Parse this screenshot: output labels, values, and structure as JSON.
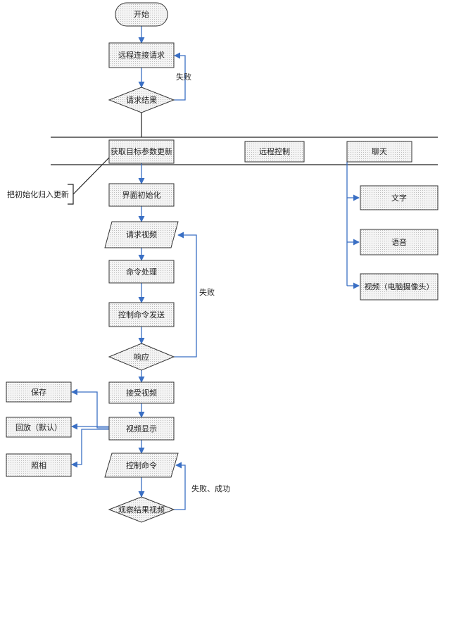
{
  "nodes": {
    "start": "开始",
    "remote_request": "远程连接请求",
    "request_result": "请求结果",
    "get_target_params": "获取目标参数更新",
    "remote_control": "远程控制",
    "chat": "聊天",
    "init_ui": "界面初始化",
    "request_video": "请求视频",
    "cmd_process": "命令处理",
    "send_control_cmd": "控制命令发送",
    "response": "响应",
    "receive_video": "接受视频",
    "video_display": "视频显示",
    "control_cmd": "控制命令",
    "observe_result_video": "观察结果视频",
    "text": "文字",
    "voice": "语音",
    "video_camera": "视频（电脑摄像头）",
    "save": "保存",
    "playback": "回放（默认）",
    "photo": "照相"
  },
  "labels": {
    "fail_1": "失败",
    "fail_2": "失败",
    "fail_success": "失败、成功",
    "init_note": "把初始化归入更新"
  },
  "colors": {
    "arrow": "#3a6fc4",
    "outline": "#333333"
  }
}
